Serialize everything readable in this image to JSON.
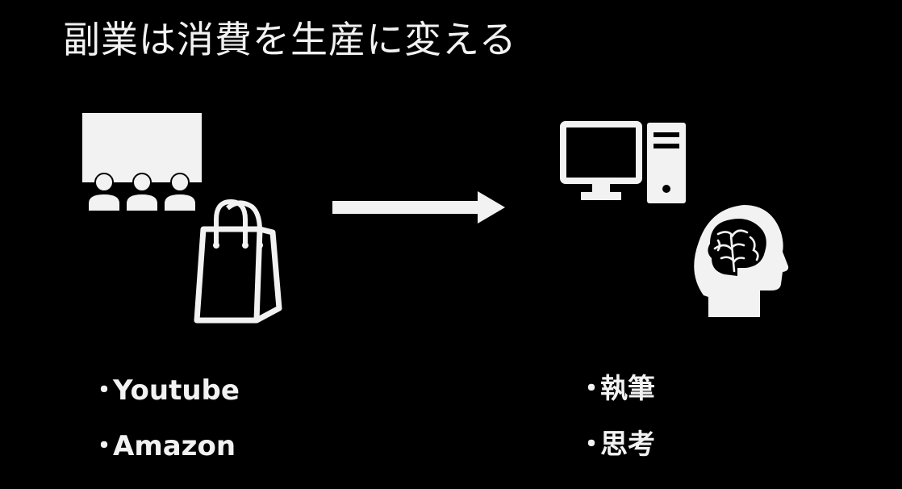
{
  "slide": {
    "title": "副業は消費を生産に変える",
    "left_items": [
      {
        "bullet": "・",
        "label": "Youtube"
      },
      {
        "bullet": "・",
        "label": "Amazon"
      }
    ],
    "right_items": [
      {
        "bullet": "・",
        "label": "執筆"
      },
      {
        "bullet": "・",
        "label": "思考"
      }
    ]
  },
  "icons": {
    "left_top": "movie-audience-icon",
    "left_bottom": "shopping-bag-icon",
    "middle": "right-arrow-icon",
    "right_top": "desktop-computer-icon",
    "right_bottom": "brain-head-icon"
  },
  "colors": {
    "background": "#000000",
    "foreground": "#f2f2f2"
  }
}
